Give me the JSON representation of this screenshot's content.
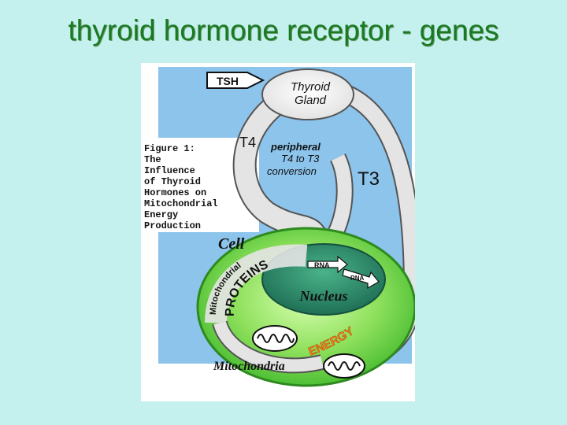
{
  "slide": {
    "title": "thyroid hormone receptor - genes"
  },
  "figure": {
    "caption_lines": [
      "Figure 1:",
      "The",
      "Influence",
      "of Thyroid",
      "Hormones on",
      "Mitochondrial",
      "Energy",
      "Production"
    ],
    "tsh": "TSH",
    "gland_line1": "Thyroid",
    "gland_line2": "Gland",
    "t4": "T4",
    "t3": "T3",
    "peripheral_line1": "peripheral",
    "peripheral_line2": "T4 to T3",
    "peripheral_line3": "conversion",
    "cell": "Cell",
    "nucleus": "Nucleus",
    "mito_proteins_line1": "Mitochondrial",
    "mito_proteins_line2": "PROTEINS",
    "rna_left": "RNA",
    "rna_right": "RNA",
    "energy": "ENERGY",
    "mitochondria": "Mitochondria"
  },
  "colors": {
    "background": "#c4f0ee",
    "title": "#1a7a22",
    "panel_blue": "#8cc4ec",
    "panel_white": "#ffffff",
    "cell_green": "#5fd444",
    "cell_light": "#b9ee8c",
    "nucleus": "#2b8f6e",
    "arrow_gray": "#e4e4e4",
    "energy_orange": "#f08020"
  }
}
